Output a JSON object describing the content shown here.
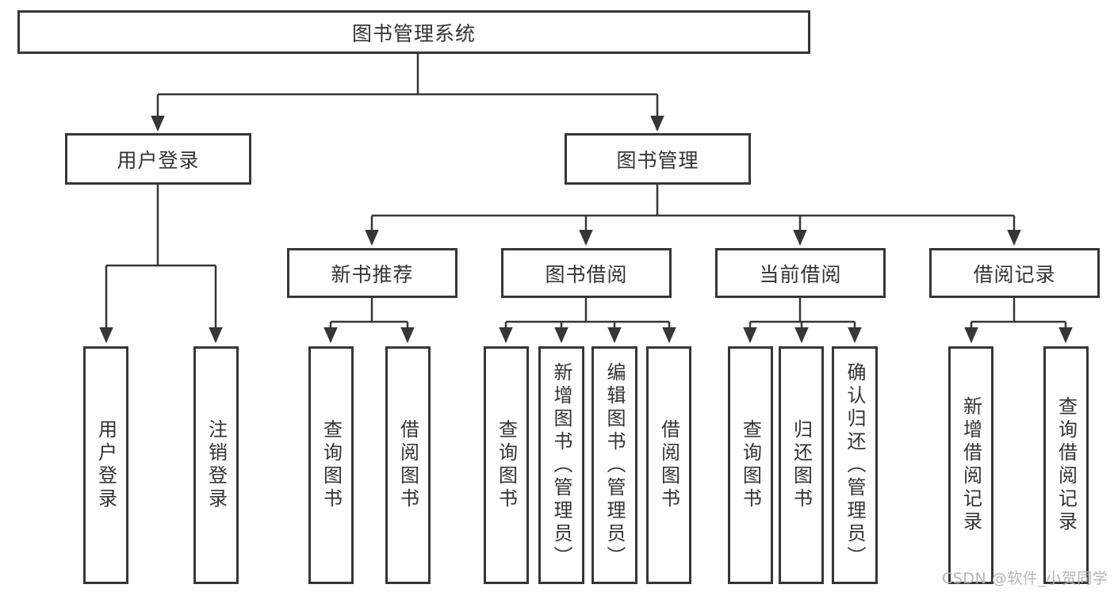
{
  "title": "图书管理系统",
  "watermark": "CSDN @软件_小贺同学",
  "colors": {
    "line": "#363636",
    "border": "#363636",
    "text": "#333333",
    "watermark": "#b5b5b5",
    "background": "#ffffff"
  },
  "nodes": {
    "user_login": "用户登录",
    "book_mgmt": "图书管理",
    "new_book_rec": "新书推荐",
    "book_borrow": "图书借阅",
    "current_borrow": "当前借阅",
    "borrow_records": "借阅记录"
  },
  "leaves": {
    "login": "用户登录",
    "logout": "注销登录",
    "rec_query": "查询图书",
    "rec_borrow": "借阅图书",
    "bb_query": "查询图书",
    "bb_add": "新增图书（管理员）",
    "bb_edit": "编辑图书（管理员）",
    "bb_borrow": "借阅图书",
    "cb_query": "查询图书",
    "cb_return": "归还图书",
    "cb_confirm": "确认归还（管理员）",
    "br_add": "新增借阅记录",
    "br_query": "查询借阅记录"
  },
  "hierarchy": {
    "root": "图书管理系统",
    "children": [
      {
        "label": "用户登录",
        "children": [
          "用户登录",
          "注销登录"
        ]
      },
      {
        "label": "图书管理",
        "children": [
          {
            "label": "新书推荐",
            "children": [
              "查询图书",
              "借阅图书"
            ]
          },
          {
            "label": "图书借阅",
            "children": [
              "查询图书",
              "新增图书（管理员）",
              "编辑图书（管理员）",
              "借阅图书"
            ]
          },
          {
            "label": "当前借阅",
            "children": [
              "查询图书",
              "归还图书",
              "确认归还（管理员）"
            ]
          },
          {
            "label": "借阅记录",
            "children": [
              "新增借阅记录",
              "查询借阅记录"
            ]
          }
        ]
      }
    ]
  }
}
